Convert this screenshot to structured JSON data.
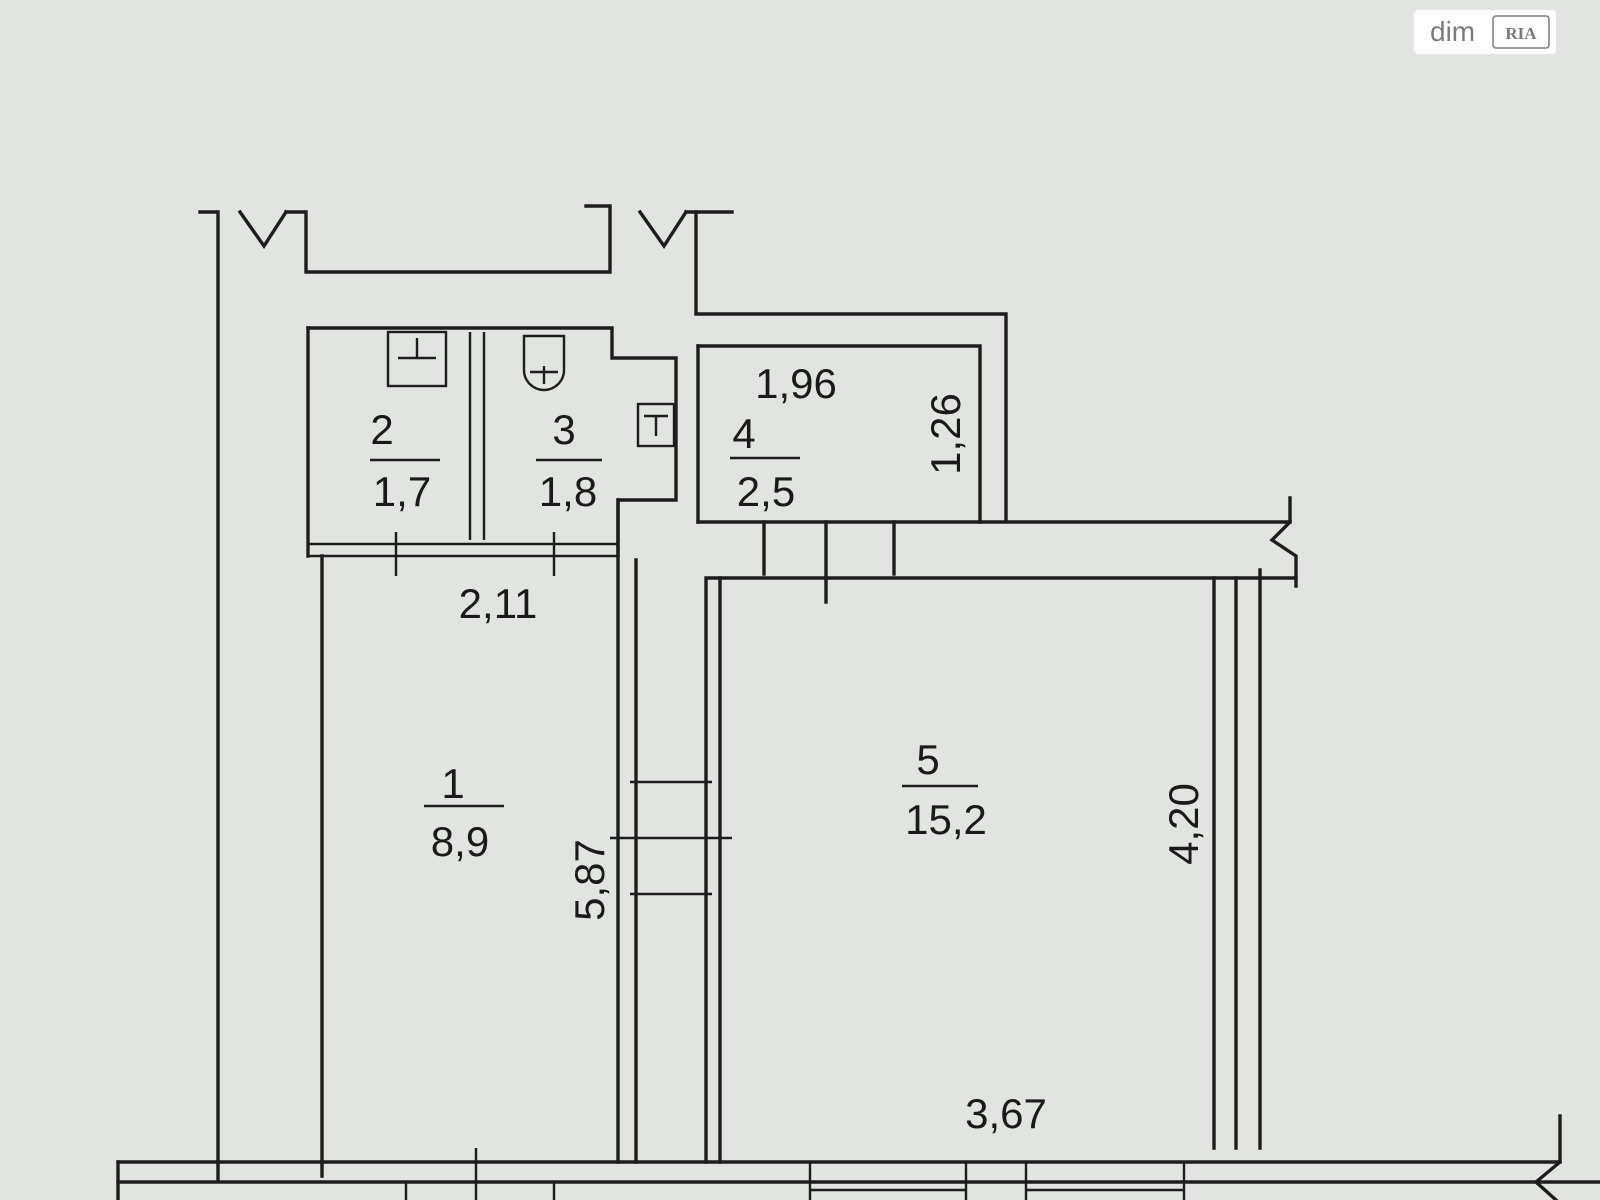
{
  "watermark": {
    "brand": "dim",
    "logo": "RIA"
  },
  "rooms": [
    {
      "number": "1",
      "area": "8,9"
    },
    {
      "number": "2",
      "area": "1,7"
    },
    {
      "number": "3",
      "area": "1,8"
    },
    {
      "number": "4",
      "area": "2,5"
    },
    {
      "number": "5",
      "area": "15,2"
    }
  ],
  "dimensions": {
    "room4_width": "1,96",
    "room4_depth": "1,26",
    "wc_block_width": "2,11",
    "room1_length": "5,87",
    "room5_length": "4,20",
    "room5_width": "3,67"
  },
  "icons": {
    "room2_fixture": "bathtub-icon",
    "room3_fixture": "toilet-icon",
    "hall_fixture": "sink-icon"
  }
}
